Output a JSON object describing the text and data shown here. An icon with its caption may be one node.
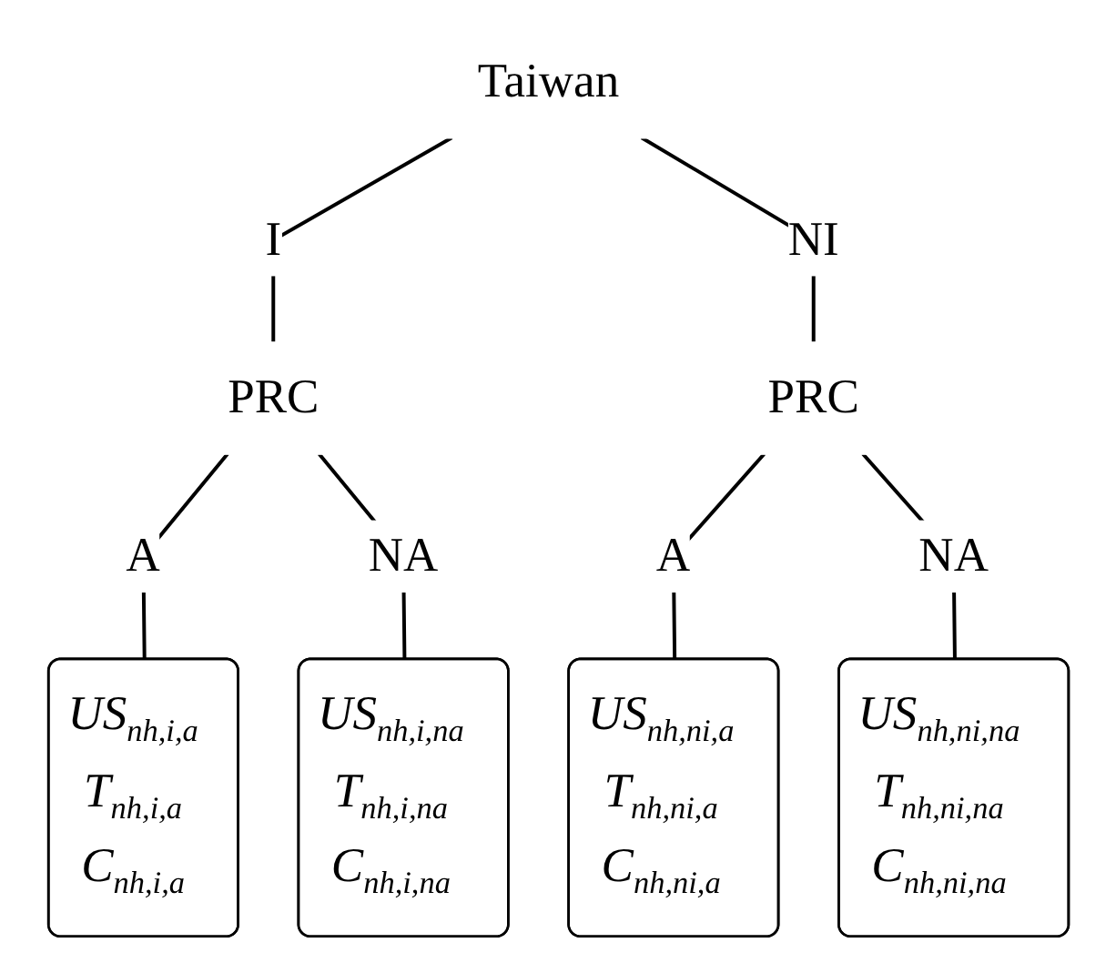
{
  "diagram": {
    "nodes": [
      {
        "text": [
          "Taiwan"
        ]
      },
      {
        "text": [
          "PRC"
        ]
      },
      {
        "text": [
          "PRC"
        ]
      },
      {
        "text": [
          "US$_{nh,i,a}$",
          "T$_{nh,i,a}$",
          "C$_{nh,i,a}$"
        ]
      },
      {
        "text": [
          "US$_{nh,i,na}$",
          "T$_{nh,i,na}$",
          "C$_{nh,i,na}$"
        ]
      },
      {
        "text": [
          "US$_{nh,ni,a}$",
          "T$_{nh,ni,a}$",
          "C$_{nh,ni,a}$"
        ]
      },
      {
        "text": [
          "US$_{nh,ni,na}$",
          "T$_{nh,ni,na}$",
          "C$_{nh,ni,na}$"
        ]
      }
    ],
    "edges": [
      {
        "from": 0,
        "to": 1,
        "arrow": "none",
        "label": "I"
      },
      {
        "from": 0,
        "to": 2,
        "arrow": "none",
        "label": "NI"
      },
      {
        "from": 1,
        "to": 3,
        "arrow": "none",
        "label": "A"
      },
      {
        "from": 1,
        "to": 4,
        "arrow": "none",
        "label": "NA"
      },
      {
        "from": 2,
        "to": 5,
        "arrow": "none",
        "label": "A"
      },
      {
        "from": 2,
        "to": 6,
        "arrow": "none",
        "label": "NA"
      }
    ]
  }
}
